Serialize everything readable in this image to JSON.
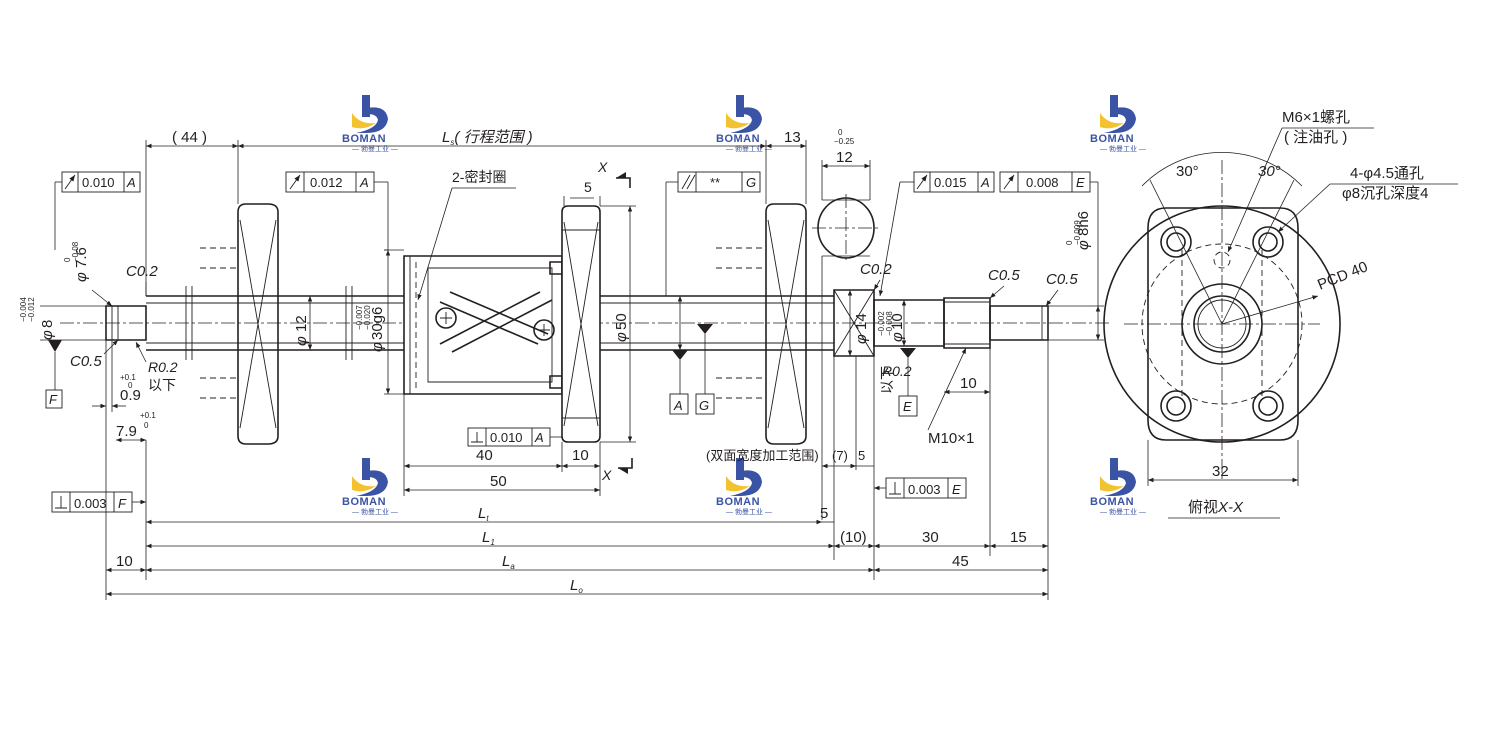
{
  "brand": {
    "name": "BOMAN",
    "subtitle": "— 勃曼工业 —",
    "colors": {
      "blue": "#3a53a4",
      "yellow": "#f2c230",
      "line": "#231f20"
    }
  },
  "labels": {
    "dim_44": "( 44 )",
    "ls_letter": "L",
    "ls_sub": "s",
    "ls_text": "( 行程范围 )",
    "dim_13": "13",
    "tol_0": "0",
    "tol_m025": "−0.25",
    "dim_12": "12",
    "seal": "2-密封圈",
    "dim_5_top": "5",
    "section_x": "X",
    "fcf_runout_010": "0.010",
    "fcf_runout_012": "0.012",
    "fcf_parallel": "**",
    "fcf_015": "0.015",
    "fcf_008": "0.008",
    "datum_a": "A",
    "datum_g": "G",
    "datum_e": "E",
    "datum_f": "F",
    "dia_symbol": "φ",
    "d8h6": "8h6",
    "d8h6_tol_top": "0",
    "d8h6_tol_bot": "−0.009",
    "d76": "7.6",
    "d76_tol_top": "0",
    "d76_tol_bot": "−0.08",
    "d8": "8",
    "d8_tol_top": "−0.004",
    "d8_tol_bot": "−0.012",
    "c02_left": "C0.2",
    "c05_left": "C0.5",
    "c02_right": "C0.2",
    "c05_r1": "C0.5",
    "c05_r2": "C0.5",
    "d12": "12",
    "d30g6": "30g6",
    "d30_tol_top": "−0.007",
    "d30_tol_bot": "−0.020",
    "d50": "50",
    "d14": "14",
    "d10": "10",
    "d10_tol_top": "−0.002",
    "d10_tol_bot": "−0.008",
    "r02_left": "R0.2",
    "below_left": "以下",
    "r02_right": "R0.2",
    "below_right": "以下",
    "dim_09": "0.9",
    "dim_09_tol_top": "+0.1",
    "dim_09_tol_bot": "0",
    "dim_79": "7.9",
    "dim_79_tol_top": "+0.1",
    "dim_79_tol_bot": "0",
    "fcf_perp_010": "0.010",
    "dim_40": "40",
    "dim_10_nut": "10",
    "dim_50": "50",
    "width_range": "(双面宽度加工范围)",
    "dim_7": "(7)",
    "dim_5_b": "5",
    "fcf_perp_003_r": "0.003",
    "fcf_perp_003_l": "0.003",
    "m10": "M10×1",
    "dim_10_thr": "10",
    "lt_letter": "L",
    "lt_sub": "t",
    "dim_5_lt": "5",
    "l1_letter": "L",
    "l1_sub": "1",
    "dim_10p": "(10)",
    "dim_30": "30",
    "dim_15": "15",
    "dim_10_left": "10",
    "la_letter": "L",
    "la_sub": "a",
    "dim_45": "45",
    "lo_letter": "L",
    "lo_sub": "o",
    "m6": "M6×1螺孔",
    "oil": "( 注油孔 )",
    "angle_30a": "30°",
    "angle_30b": "30°",
    "holes": "4-φ4.5通孔",
    "counterbore": "φ8沉孔深度4",
    "pcd": "PCD 40",
    "dim_32": "32",
    "view_prefix": "俯视",
    "view_x": "X-X"
  }
}
